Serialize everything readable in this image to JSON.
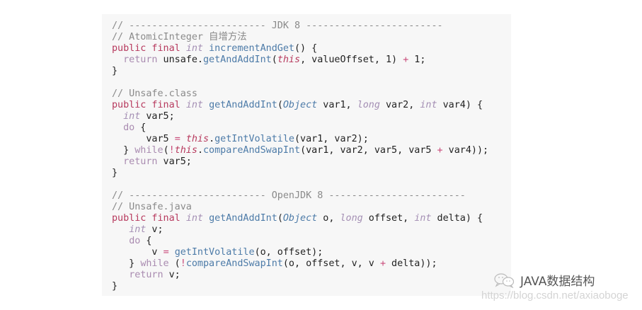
{
  "code_block": {
    "background": "#f7f7f7",
    "colors": {
      "comment": "#8a8a8a",
      "keyword": "#b73a5e",
      "control_keyword": "#a98bb0",
      "type": "#a48fb4",
      "function": "#4d7ba8",
      "plain": "#222222"
    },
    "lines": [
      [
        {
          "t": "cm",
          "v": "// ------------------------ JDK 8 ------------------------"
        }
      ],
      [
        {
          "t": "cm",
          "v": "// AtomicInteger 自增方法"
        }
      ],
      [
        {
          "t": "kw",
          "v": "public final "
        },
        {
          "t": "ty",
          "v": "int"
        },
        {
          "t": "pl",
          "v": " "
        },
        {
          "t": "fn",
          "v": "incrementAndGet"
        },
        {
          "t": "pl",
          "v": "() {"
        }
      ],
      [
        {
          "t": "pl",
          "v": "  "
        },
        {
          "t": "kw2",
          "v": "return"
        },
        {
          "t": "pl",
          "v": " unsafe."
        },
        {
          "t": "fn",
          "v": "getAndAddInt"
        },
        {
          "t": "pl",
          "v": "("
        },
        {
          "t": "th",
          "v": "this"
        },
        {
          "t": "pl",
          "v": ", valueOffset, 1) "
        },
        {
          "t": "op",
          "v": "+"
        },
        {
          "t": "pl",
          "v": " 1;"
        }
      ],
      [
        {
          "t": "pl",
          "v": "}"
        }
      ],
      [
        {
          "t": "pl",
          "v": ""
        }
      ],
      [
        {
          "t": "cm",
          "v": "// Unsafe.class"
        }
      ],
      [
        {
          "t": "kw",
          "v": "public final "
        },
        {
          "t": "ty",
          "v": "int"
        },
        {
          "t": "pl",
          "v": " "
        },
        {
          "t": "fn",
          "v": "getAndAddInt"
        },
        {
          "t": "pl",
          "v": "("
        },
        {
          "t": "obj",
          "v": "Object"
        },
        {
          "t": "pl",
          "v": " var1, "
        },
        {
          "t": "ty",
          "v": "long"
        },
        {
          "t": "pl",
          "v": " var2, "
        },
        {
          "t": "ty",
          "v": "int"
        },
        {
          "t": "pl",
          "v": " var4) {"
        }
      ],
      [
        {
          "t": "pl",
          "v": "  "
        },
        {
          "t": "ty",
          "v": "int"
        },
        {
          "t": "pl",
          "v": " var5;"
        }
      ],
      [
        {
          "t": "pl",
          "v": "  "
        },
        {
          "t": "kw2",
          "v": "do"
        },
        {
          "t": "pl",
          "v": " {"
        }
      ],
      [
        {
          "t": "pl",
          "v": "      var5 "
        },
        {
          "t": "op",
          "v": "="
        },
        {
          "t": "pl",
          "v": " "
        },
        {
          "t": "th",
          "v": "this"
        },
        {
          "t": "pl",
          "v": "."
        },
        {
          "t": "fn",
          "v": "getIntVolatile"
        },
        {
          "t": "pl",
          "v": "(var1, var2);"
        }
      ],
      [
        {
          "t": "pl",
          "v": "  } "
        },
        {
          "t": "kw2",
          "v": "while"
        },
        {
          "t": "pl",
          "v": "("
        },
        {
          "t": "op",
          "v": "!"
        },
        {
          "t": "th",
          "v": "this"
        },
        {
          "t": "pl",
          "v": "."
        },
        {
          "t": "fn",
          "v": "compareAndSwapInt"
        },
        {
          "t": "pl",
          "v": "(var1, var2, var5, var5 "
        },
        {
          "t": "op",
          "v": "+"
        },
        {
          "t": "pl",
          "v": " var4));"
        }
      ],
      [
        {
          "t": "pl",
          "v": "  "
        },
        {
          "t": "kw2",
          "v": "return"
        },
        {
          "t": "pl",
          "v": " var5;"
        }
      ],
      [
        {
          "t": "pl",
          "v": "}"
        }
      ],
      [
        {
          "t": "pl",
          "v": ""
        }
      ],
      [
        {
          "t": "cm",
          "v": "// ------------------------ OpenJDK 8 ------------------------"
        }
      ],
      [
        {
          "t": "cm",
          "v": "// Unsafe.java"
        }
      ],
      [
        {
          "t": "kw",
          "v": "public final "
        },
        {
          "t": "ty",
          "v": "int"
        },
        {
          "t": "pl",
          "v": " "
        },
        {
          "t": "fn",
          "v": "getAndAddInt"
        },
        {
          "t": "pl",
          "v": "("
        },
        {
          "t": "obj",
          "v": "Object"
        },
        {
          "t": "pl",
          "v": " o, "
        },
        {
          "t": "ty",
          "v": "long"
        },
        {
          "t": "pl",
          "v": " offset, "
        },
        {
          "t": "ty",
          "v": "int"
        },
        {
          "t": "pl",
          "v": " delta) {"
        }
      ],
      [
        {
          "t": "pl",
          "v": "   "
        },
        {
          "t": "ty",
          "v": "int"
        },
        {
          "t": "pl",
          "v": " v;"
        }
      ],
      [
        {
          "t": "pl",
          "v": "   "
        },
        {
          "t": "kw2",
          "v": "do"
        },
        {
          "t": "pl",
          "v": " {"
        }
      ],
      [
        {
          "t": "pl",
          "v": "       v "
        },
        {
          "t": "op",
          "v": "="
        },
        {
          "t": "pl",
          "v": " "
        },
        {
          "t": "fn",
          "v": "getIntVolatile"
        },
        {
          "t": "pl",
          "v": "(o, offset);"
        }
      ],
      [
        {
          "t": "pl",
          "v": "   } "
        },
        {
          "t": "kw2",
          "v": "while"
        },
        {
          "t": "pl",
          "v": " ("
        },
        {
          "t": "op",
          "v": "!"
        },
        {
          "t": "fn",
          "v": "compareAndSwapInt"
        },
        {
          "t": "pl",
          "v": "(o, offset, v, v "
        },
        {
          "t": "op",
          "v": "+"
        },
        {
          "t": "pl",
          "v": " delta));"
        }
      ],
      [
        {
          "t": "pl",
          "v": "   "
        },
        {
          "t": "kw2",
          "v": "return"
        },
        {
          "t": "pl",
          "v": " v;"
        }
      ],
      [
        {
          "t": "pl",
          "v": "}"
        }
      ]
    ]
  },
  "watermark": {
    "icon": "wechat-icon",
    "label": "JAVA数据结构",
    "url": "https://blog.csdn.net/axiaoboge"
  }
}
